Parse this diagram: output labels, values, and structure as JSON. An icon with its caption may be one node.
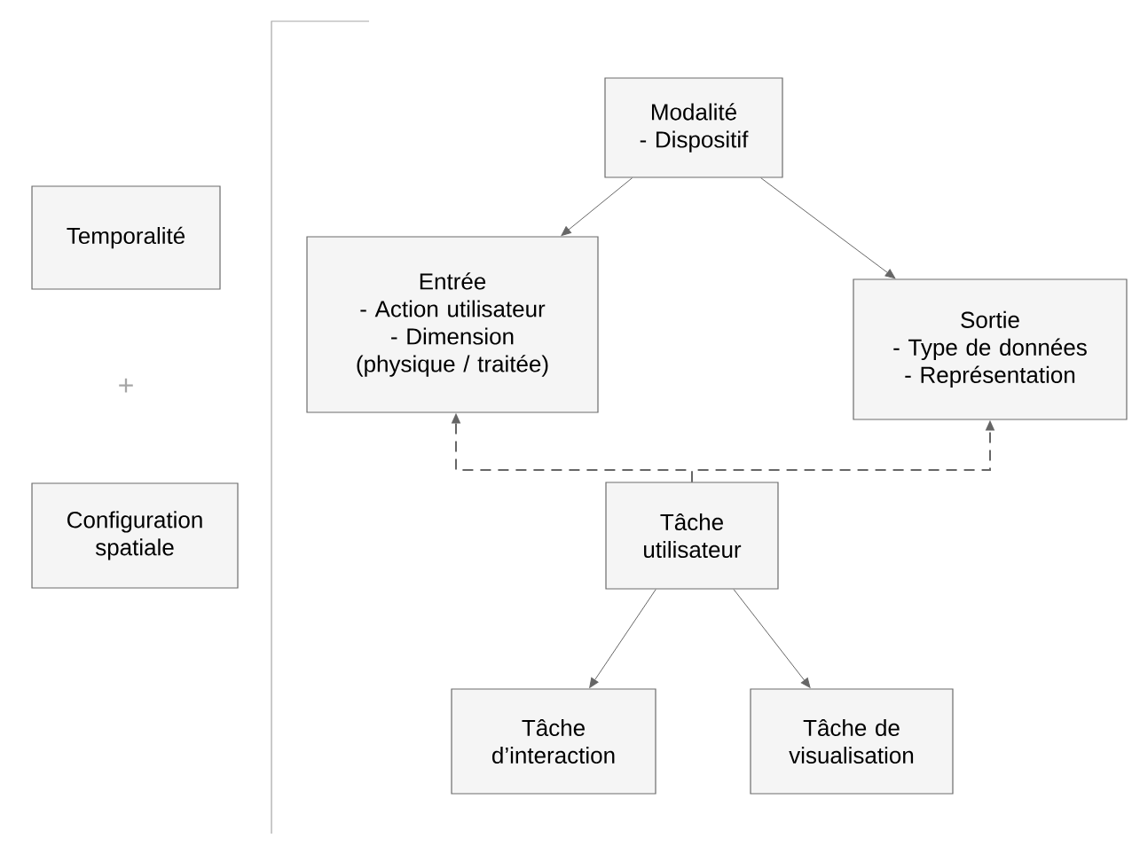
{
  "diagram": {
    "nodes": [
      {
        "text": [
          "Temporalité"
        ]
      },
      {
        "text": [
          "Configuration spatiale"
        ]
      },
      {
        "text": [
          "Modalité",
          "- Dispositif"
        ]
      },
      {
        "text": [
          "Entrée",
          "- Action utilisateur",
          "- Dimension (physique / traitée)"
        ]
      },
      {
        "text": [
          "Sortie",
          "- Type de données",
          "- Représentation"
        ]
      },
      {
        "text": [
          "Tâche utilisateur"
        ]
      },
      {
        "text": [
          "Tâche d’interaction"
        ]
      },
      {
        "text": [
          "Tâche de visualisation"
        ]
      }
    ],
    "edges": [
      {
        "from": 2,
        "to": 3,
        "arrow": "to"
      },
      {
        "from": 2,
        "to": 4,
        "arrow": "to"
      },
      {
        "from": 5,
        "to": 3,
        "arrow": "to",
        "style": "dashed"
      },
      {
        "from": 5,
        "to": 4,
        "arrow": "to",
        "style": "dashed"
      },
      {
        "from": 5,
        "to": 6,
        "arrow": "to"
      },
      {
        "from": 5,
        "to": 7,
        "arrow": "to"
      }
    ],
    "labels": [
      "+"
    ]
  }
}
